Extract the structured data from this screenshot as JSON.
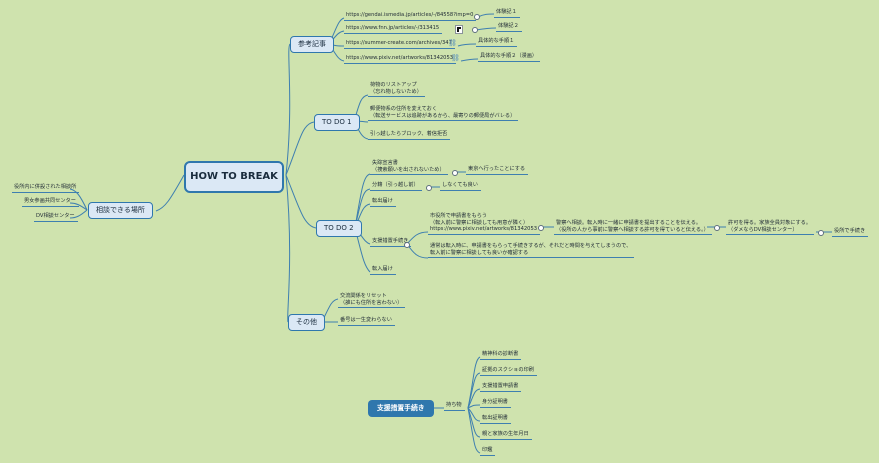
{
  "root": {
    "label": "HOW TO BREAK"
  },
  "branches": {
    "references": {
      "label": "参考記事",
      "items": [
        {
          "url": "https://gendai.ismedia.jp/articles/-/84558?imp=0",
          "note": "体験記１"
        },
        {
          "url": "https://www.fnn.jp/articles/-/313415",
          "note": "体験記２"
        },
        {
          "url": "https://summer-create.com/archives/347",
          "note": "具体的な手順１"
        },
        {
          "url": "https://www.pixiv.net/artworks/81342053",
          "note": "具体的な手順２（漫画）"
        }
      ]
    },
    "todo1": {
      "label": "TO DO 1",
      "items": [
        {
          "lines": [
            "荷物のリストアップ",
            "（忘れ物しないため）"
          ]
        },
        {
          "lines": [
            "郵便物系の住所を変えておく",
            "（転送サービスは追跡があるから、最寄りの郵便局がバレる）"
          ]
        },
        {
          "lines": [
            "引っ越したらブロック、着信拒否"
          ]
        }
      ]
    },
    "todo2": {
      "label": "TO DO 2",
      "items": {
        "lost_report": {
          "lines": [
            "失踪宣言書",
            "（捜索願いを出されないため）"
          ],
          "child": "東京へ行ったことにする"
        },
        "separation": {
          "label": "分籍（引っ越し前）",
          "child": "しなくても良い"
        },
        "moveout": {
          "label": "転出届け"
        },
        "support": {
          "label": "支援措置手続き",
          "sub1": {
            "lines": [
              "市役所で申請書をもらう",
              "（転入前に警察に相談しても用意が隣く）",
              "https://www.pixiv.net/artworks/81342053"
            ]
          },
          "sub1_child": {
            "lines": [
              "警察へ相談。転入時に一緒に申請書を提出することを伝える。",
              "（役所の人から事前に警察へ相談する許可を得ていると伝える。）"
            ]
          },
          "sub1_grand": {
            "lines": [
              "許可を得る。家族全員対象にする。",
              "（ダメならDV相談センター）"
            ]
          },
          "sub1_final": "役所で手続き",
          "sub2": {
            "lines": [
              "通常は転入時に、申請書をもらって手続きするが、それだと時間を与えてしまうので、",
              "転入前に警察に相談しても良いか確認する"
            ]
          }
        },
        "movein": {
          "label": "転入届け"
        }
      }
    },
    "other": {
      "label": "その他",
      "items": [
        {
          "lines": [
            "交流関係をリセット",
            "（誰にも住所を言わない）"
          ]
        },
        {
          "lines": [
            "番号は一生変わらない"
          ]
        }
      ]
    },
    "consult": {
      "label": "相談できる場所",
      "items": [
        {
          "label": "役所内に併設された相談所"
        },
        {
          "label": "男女参画共同センター"
        },
        {
          "label": "DV相談センター"
        }
      ]
    }
  },
  "floating": {
    "label": "支援措置手続き",
    "group": "持ち物",
    "items": [
      "精神科の診断書",
      "証拠のスクショの印刷",
      "支援措置申請書",
      "身分証明書",
      "転出証明書",
      "親と家族の生年月日",
      "印鑑"
    ]
  }
}
